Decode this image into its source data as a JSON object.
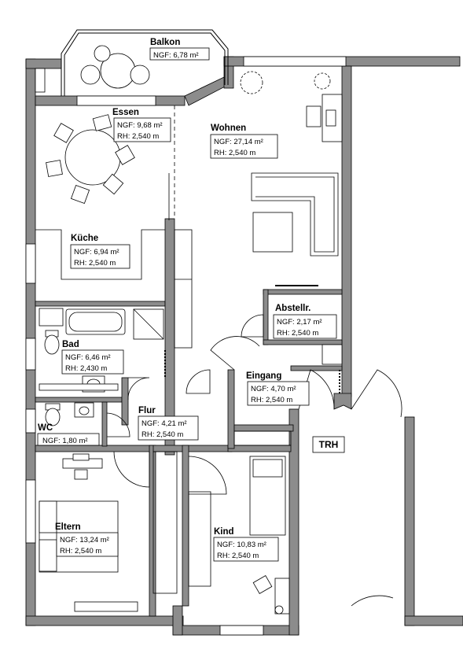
{
  "rooms": {
    "balkon": {
      "name": "Balkon",
      "ngf": "NGF: 6,78 m²"
    },
    "essen": {
      "name": "Essen",
      "ngf": "NGF: 9,68 m²",
      "rh": "RH:  2,540 m"
    },
    "wohnen": {
      "name": "Wohnen",
      "ngf": "NGF: 27,14 m²",
      "rh": "RH:   2,540 m"
    },
    "kueche": {
      "name": "Küche",
      "ngf": "NGF: 6,94 m²",
      "rh": "RH:  2,540 m"
    },
    "abstellr": {
      "name": "Abstellr.",
      "ngf": "NGF: 2,17 m²",
      "rh": "RH:  2,540 m"
    },
    "bad": {
      "name": "Bad",
      "ngf": "NGF: 6,46 m²",
      "rh": "RH:  2,430 m"
    },
    "eingang": {
      "name": "Eingang",
      "ngf": "NGF: 4,70 m²",
      "rh": "RH:  2,540 m"
    },
    "flur": {
      "name": "Flur",
      "ngf": "NGF: 4,21 m²",
      "rh": "RH:  2,540 m"
    },
    "wc": {
      "name": "WC",
      "ngf": "NGF: 1,80 m²"
    },
    "eltern": {
      "name": "Eltern",
      "ngf": "NGF: 13,24 m²",
      "rh": "RH:   2,540 m"
    },
    "kind": {
      "name": "Kind",
      "ngf": "NGF: 10,83 m²",
      "rh": "RH:   2,540 m"
    }
  },
  "stairwell": {
    "label": "TRH"
  },
  "colors": {
    "wall": "#8c8c8c",
    "line": "#000000",
    "background": "#ffffff"
  }
}
